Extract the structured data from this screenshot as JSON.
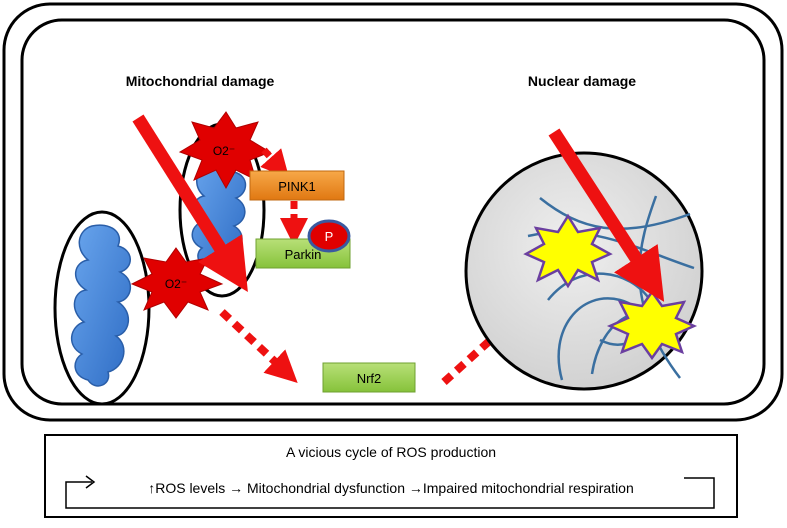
{
  "labels": {
    "mito_damage": "Mitochondrial damage",
    "nuclear_damage": "Nuclear damage",
    "superoxide_top": "O2⁻",
    "superoxide_bottom": "O2⁻",
    "pink1": "PINK1",
    "parkin": "Parkin",
    "phospho": "P",
    "nrf2": "Nrf2"
  },
  "cycle": {
    "title": "A vicious cycle of ROS production",
    "chain": "↑ROS levels → Mitochondrial dysfunction →Impaired mitochondrial respiration"
  },
  "colors": {
    "arrow_red": "#ee1111",
    "mito_blue": "#3b7fd4",
    "pink1_orange": "#f08a20",
    "green_box": "#9ad04c",
    "nucleus_gray": "#dcdcdc",
    "dna_blue": "#3a6fa0",
    "star_yellow": "#ffff00",
    "star_outline": "#6b3fa0"
  }
}
